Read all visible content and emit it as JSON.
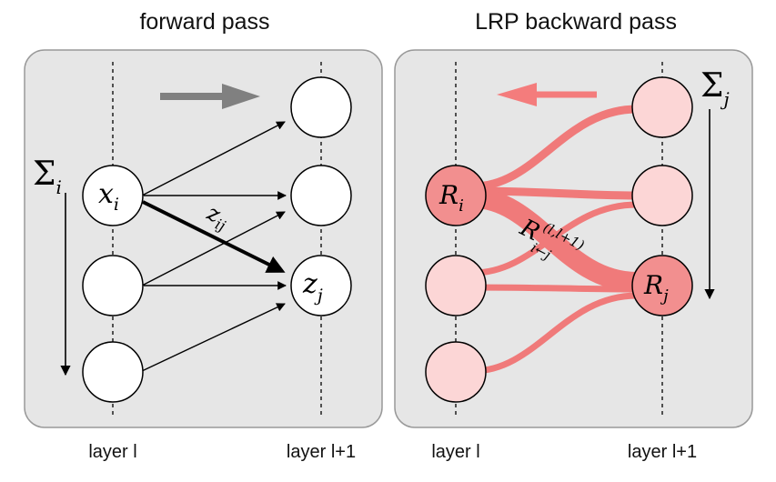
{
  "titles": {
    "forward": "forward pass",
    "backward": "LRP backward pass"
  },
  "layer_labels": {
    "forward_left": "layer l",
    "forward_right": "layer l+1",
    "backward_left": "layer l",
    "backward_right": "layer l+1"
  },
  "math": {
    "sum_i_sym": "Σ",
    "sum_i_sub": "i",
    "sum_j_sym": "Σ",
    "sum_j_sub": "j",
    "x_sym": "x",
    "x_sub": "i",
    "z_sym": "z",
    "z_sub": "j",
    "zij_sym": "z",
    "zij_sub": "ij",
    "Ri_sym": "R",
    "Ri_sub": "i",
    "Rj_sym": "R",
    "Rj_sub": "j",
    "Rij_sym": "R",
    "Rij_sup": "(l,l+1)",
    "Rij_sub": "i←j"
  },
  "colors": {
    "panel_bg": "#e6e6e6",
    "panel_border": "#999999",
    "relevance_line": "#f07a7a",
    "relevance_node_light": "#fcd6d6",
    "relevance_node_strong": "#f28f8f",
    "forward_arrow": "#808080",
    "backward_arrow": "#f47c7c"
  }
}
